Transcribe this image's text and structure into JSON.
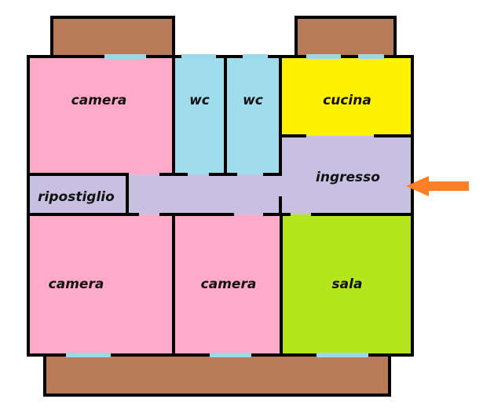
{
  "rooms": {
    "camera_top": "camera",
    "wc_1": "wc",
    "wc_2": "wc",
    "cucina": "cucina",
    "ingresso": "ingresso",
    "ripostiglio": "ripostiglio",
    "camera_bottom_left": "camera",
    "camera_bottom_mid": "camera",
    "sala": "sala"
  },
  "colors": {
    "camera": "#ffaac9",
    "wc": "#9fdcec",
    "cucina": "#fff200",
    "corridor": "#c8c0e0",
    "sala": "#b5e61d",
    "balcony": "#b97a57",
    "window": "#99d9ea",
    "wall": "#000000",
    "arrow": "#ff7f27"
  },
  "icons": {
    "entrance": "arrow-left-icon"
  }
}
